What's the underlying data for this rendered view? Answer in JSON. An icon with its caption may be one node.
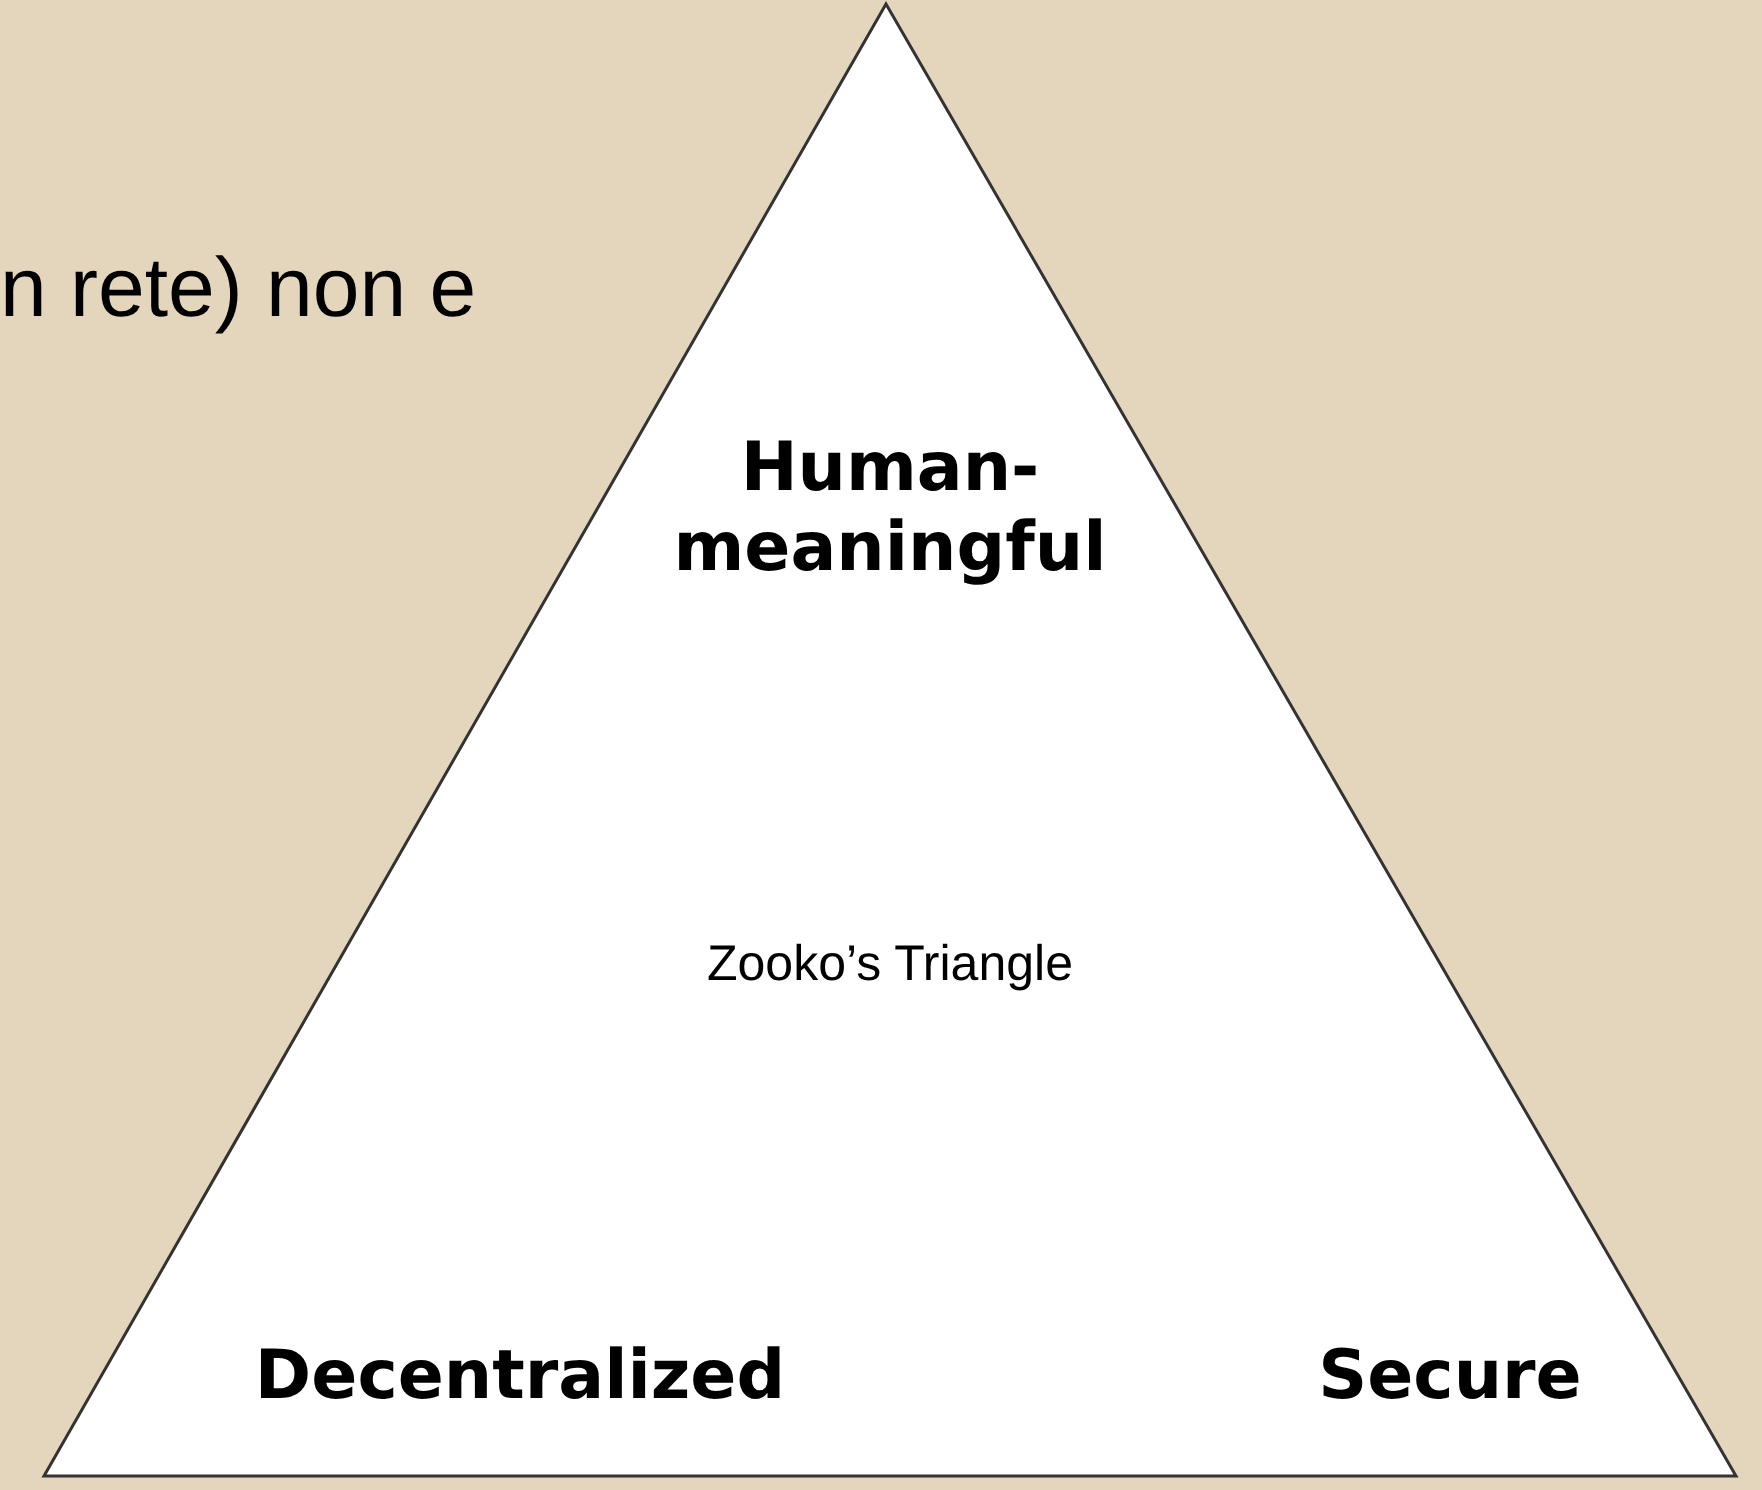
{
  "diagram": {
    "nodes": [
      {
        "text": [
          "Human-meaningful",
          "Zooko’s Triangle",
          "Decentralized",
          "Secure"
        ]
      }
    ],
    "labels": [
      "n rete) non e"
    ]
  }
}
